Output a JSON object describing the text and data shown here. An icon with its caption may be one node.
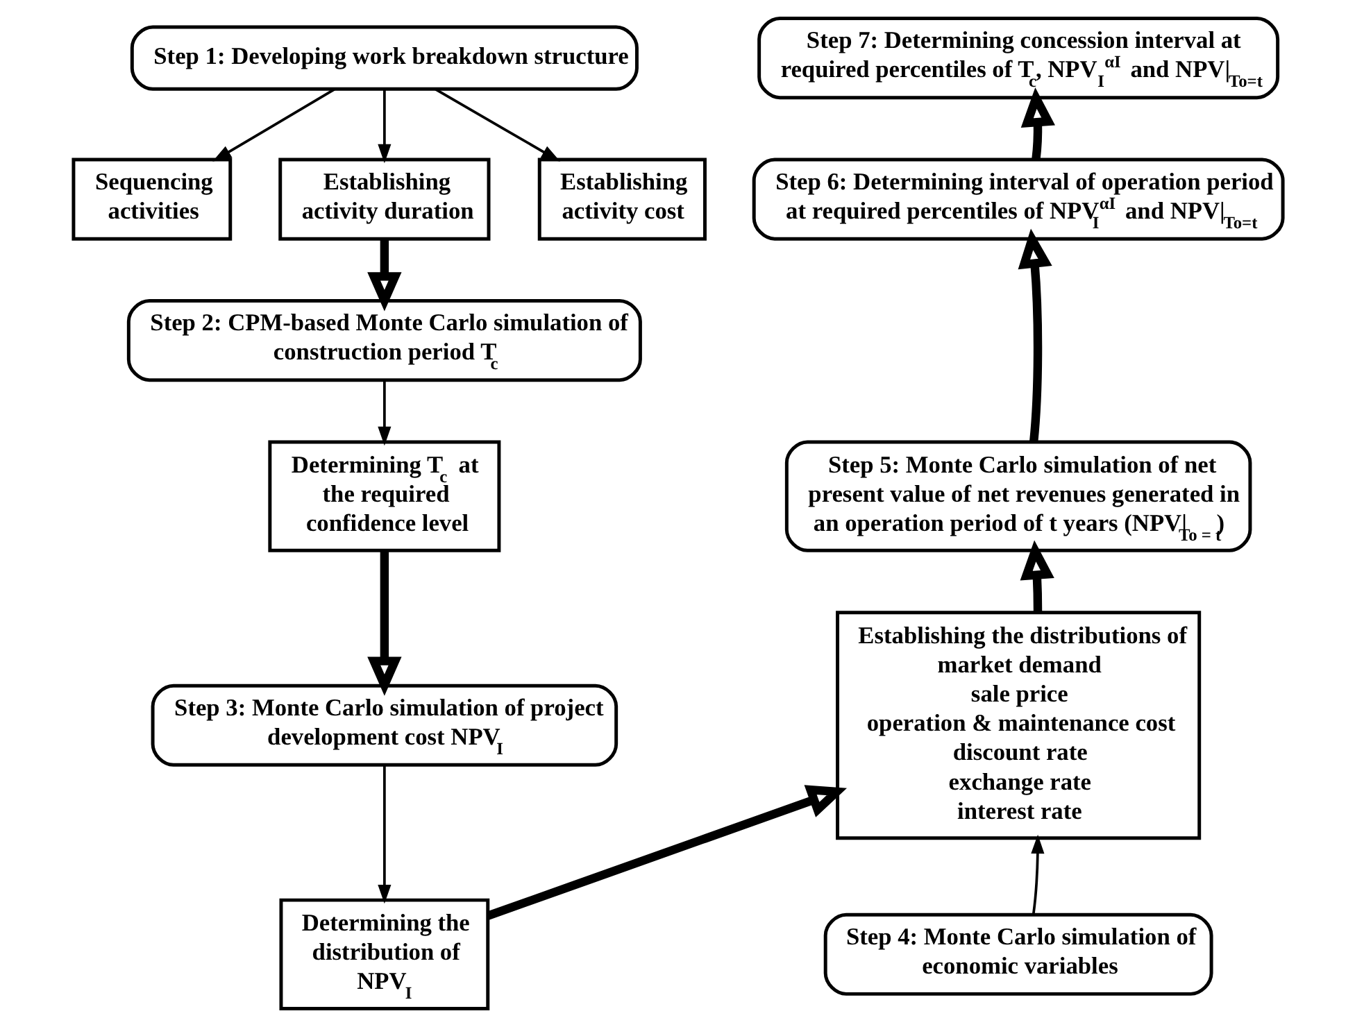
{
  "diagram": {
    "nodes": [
      {
        "text": [
          "Step 1: Developing work breakdown structure"
        ]
      },
      {
        "text": [
          "Sequencing activities"
        ]
      },
      {
        "text": [
          "Establishing activity duration"
        ]
      },
      {
        "text": [
          "Establishing activity cost"
        ]
      },
      {
        "text": [
          "Step 2: CPM-based Monte Carlo simulation of construction period T$_{c}$"
        ]
      },
      {
        "text": [
          "Determining T$_{c}$ at the required confidence level"
        ]
      },
      {
        "text": [
          "Step 3: Monte Carlo simulation of project development cost NPV$_{I}$"
        ]
      },
      {
        "text": [
          "Determining the distribution of NPV$_{I}$"
        ]
      },
      {
        "text": [
          "Step 4: Monte Carlo simulation of economic variables"
        ]
      },
      {
        "text": [
          "Establishing the distributions of",
          "market demand",
          "sale price",
          "operation & maintenance cost",
          "discount rate",
          "exchange rate",
          "interest rate"
        ]
      },
      {
        "text": [
          "Step 5: Monte Carlo simulation of net present value of net revenues generated in an operation period of t years (NPV|$_{To = t}$)"
        ]
      },
      {
        "text": [
          "Step 6: Determining interval of operation period at required percentiles of NPV$_{I}$$^{αI}$ and NPV|$_{To=t}$"
        ]
      },
      {
        "text": [
          "Step 7: Determining concession interval at required percentiles of T$_{c}$, NPV$_{I}$$^{αI}$ and NPV|$_{To=t}$"
        ]
      }
    ],
    "edges": [
      {
        "from": 0,
        "to": 1,
        "arrow": "to"
      },
      {
        "from": 0,
        "to": 2,
        "arrow": "to"
      },
      {
        "from": 0,
        "to": 3,
        "arrow": "to"
      },
      {
        "from": 2,
        "to": 4,
        "arrow": "to",
        "style": "thick"
      },
      {
        "from": 4,
        "to": 5,
        "arrow": "to"
      },
      {
        "from": 5,
        "to": 6,
        "arrow": "to",
        "style": "thick"
      },
      {
        "from": 6,
        "to": 7,
        "arrow": "to"
      },
      {
        "from": 7,
        "to": 9,
        "arrow": "to",
        "style": "thick"
      },
      {
        "from": 8,
        "to": 9,
        "arrow": "to"
      },
      {
        "from": 9,
        "to": 10,
        "arrow": "to",
        "style": "thick"
      },
      {
        "from": 10,
        "to": 11,
        "arrow": "to",
        "style": "thick"
      },
      {
        "from": 11,
        "to": 12,
        "arrow": "to",
        "style": "thick"
      }
    ]
  }
}
